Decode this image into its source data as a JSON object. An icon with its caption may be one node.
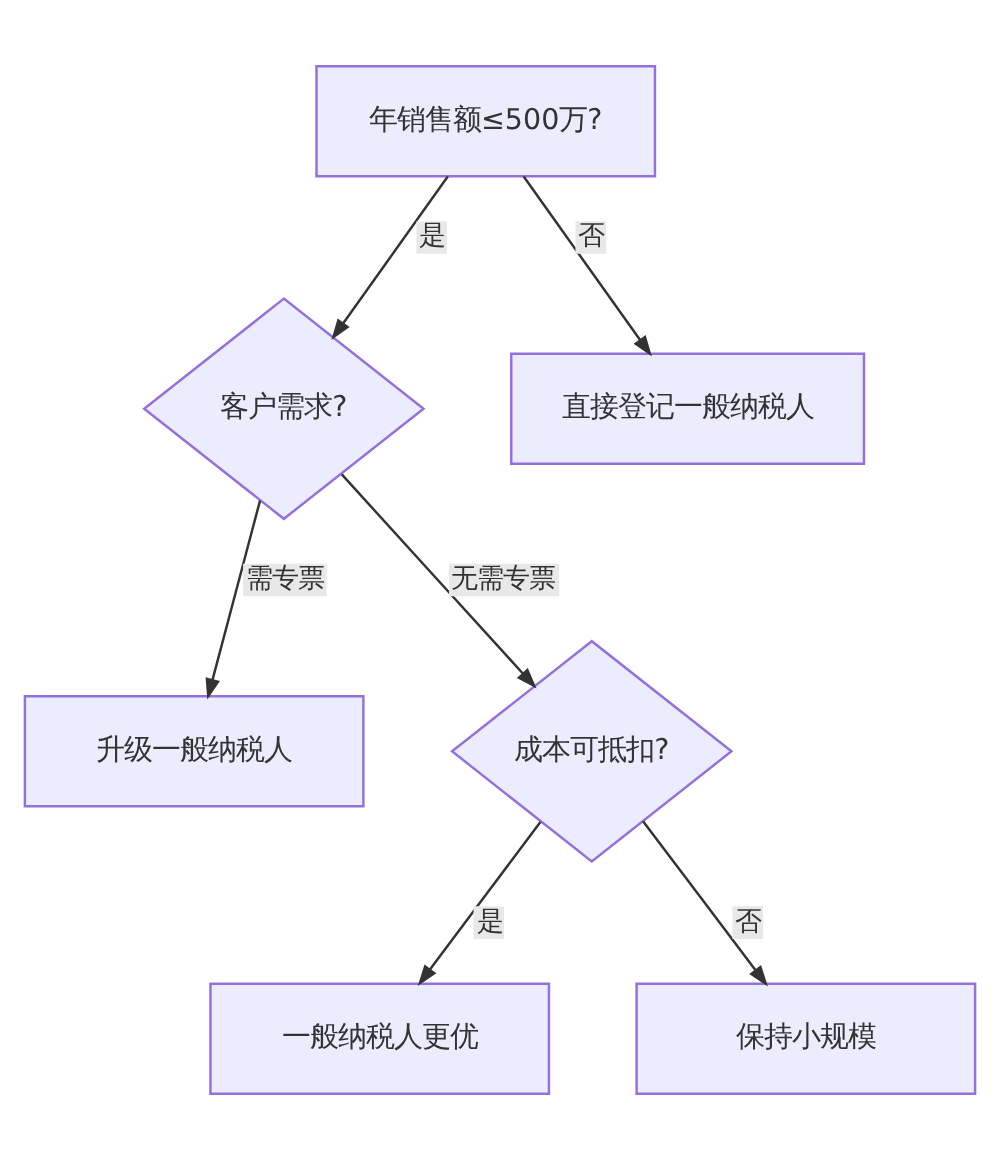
{
  "diagram": {
    "nodes": [
      {
        "text": [
          "年销售额≤500万?"
        ]
      },
      {
        "text": [
          "客户需求?"
        ]
      },
      {
        "text": [
          "直接登记一般纳税人"
        ]
      },
      {
        "text": [
          "升级一般纳税人"
        ]
      },
      {
        "text": [
          "成本可抵扣?"
        ]
      },
      {
        "text": [
          "一般纳税人更优"
        ]
      },
      {
        "text": [
          "保持小规模"
        ]
      }
    ],
    "edges": [
      {
        "from": 0,
        "to": 1,
        "arrow": "to",
        "label": "是"
      },
      {
        "from": 0,
        "to": 2,
        "arrow": "to",
        "label": "否"
      },
      {
        "from": 1,
        "to": 3,
        "arrow": "to",
        "label": "需专票"
      },
      {
        "from": 1,
        "to": 4,
        "arrow": "to",
        "label": "无需专票"
      },
      {
        "from": 4,
        "to": 5,
        "arrow": "to",
        "label": "是"
      },
      {
        "from": 4,
        "to": 6,
        "arrow": "to",
        "label": "否"
      }
    ]
  }
}
